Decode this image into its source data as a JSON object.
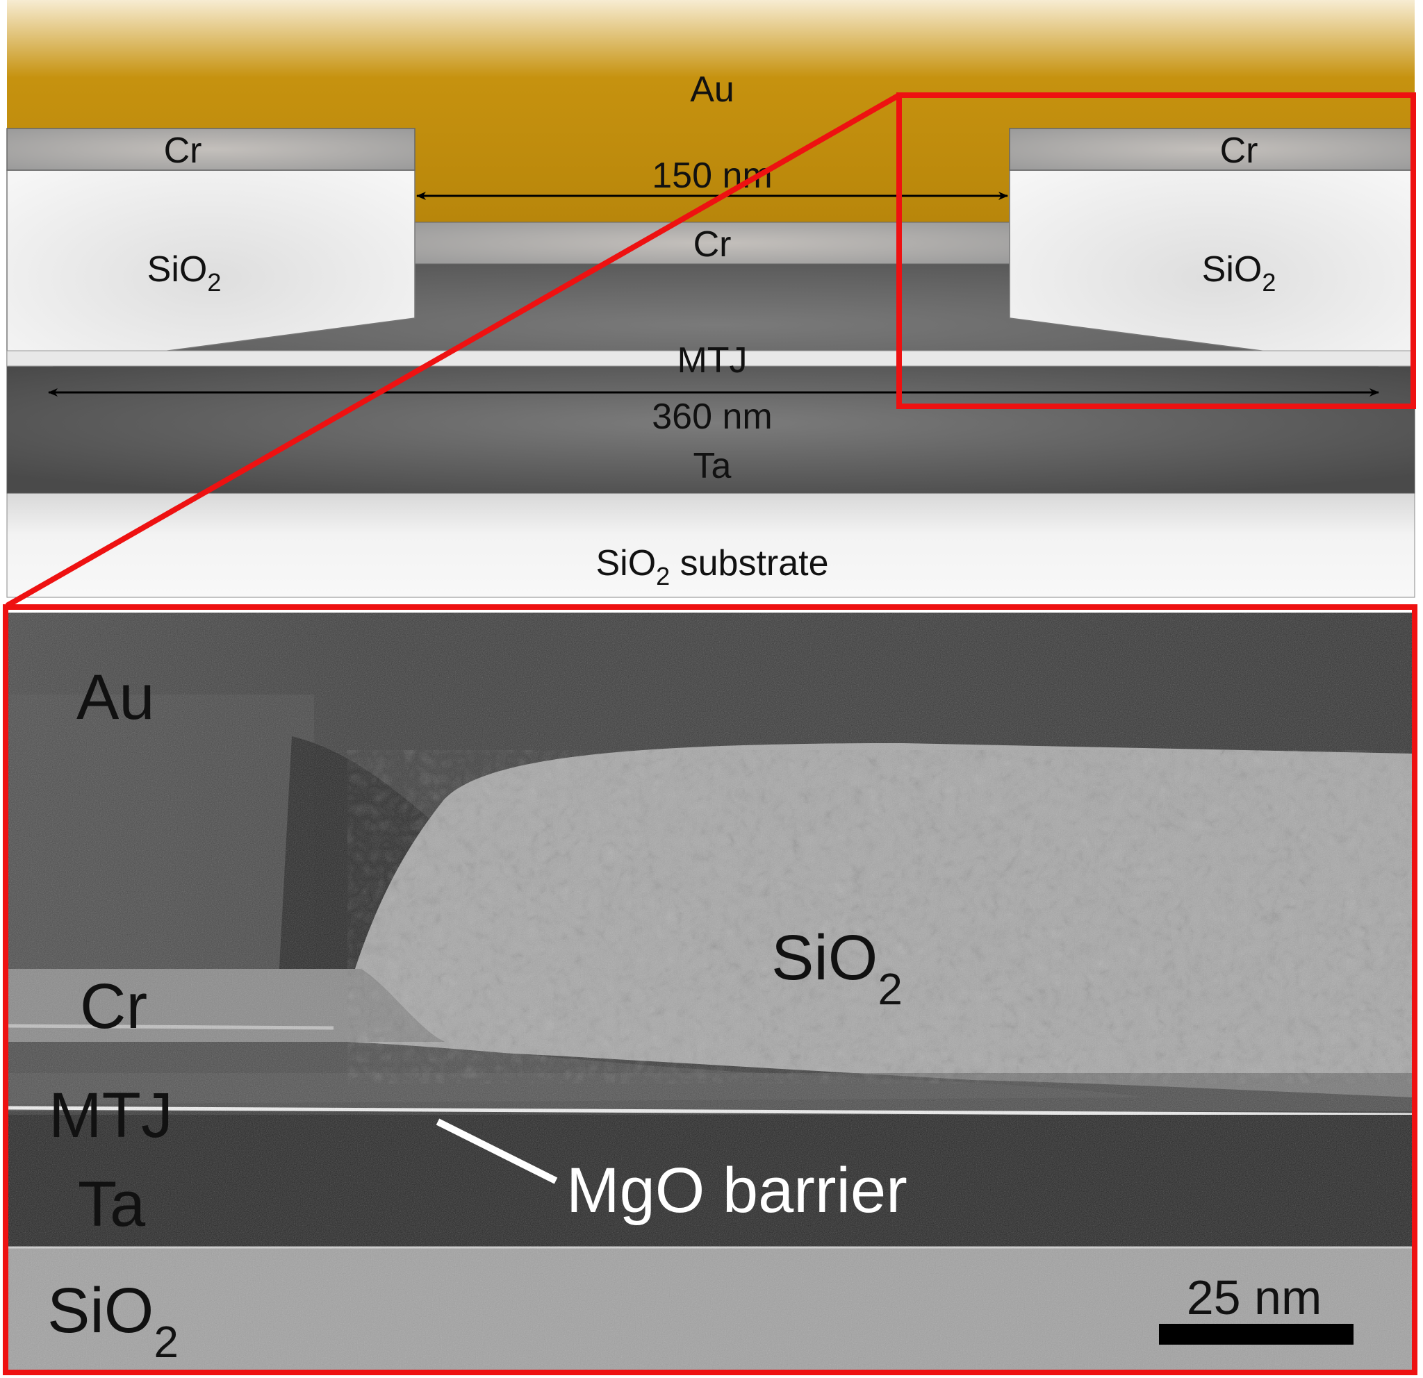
{
  "schematic": {
    "layers": {
      "au": "Au",
      "cr_left": "Cr",
      "cr_right": "Cr",
      "cr_center": "Cr",
      "sio2_left": "SiO",
      "sio2_left_sub": "2",
      "sio2_right": "SiO",
      "sio2_right_sub": "2",
      "mtj": "MTJ",
      "ta": "Ta",
      "substrate_a": "SiO",
      "substrate_sub": "2",
      "substrate_b": " substrate"
    },
    "dimensions": {
      "pillar_width": "150 nm",
      "bottom_width": "360 nm"
    }
  },
  "tem": {
    "labels": {
      "au": "Au",
      "sio2": "SiO",
      "sio2_sub": "2",
      "cr": "Cr",
      "mtj": "MTJ",
      "ta": "Ta",
      "sio2_bottom": "SiO",
      "sio2_bottom_sub": "2",
      "mgo": "MgO barrier"
    },
    "scale_bar": "25 nm"
  },
  "colors": {
    "gold": "#c08a0f",
    "chromium": "#a8a8a8",
    "oxide": "#ececec",
    "mtj": "#6a6a6a",
    "tantalum": "#585858",
    "highlight": "#ee1111"
  }
}
